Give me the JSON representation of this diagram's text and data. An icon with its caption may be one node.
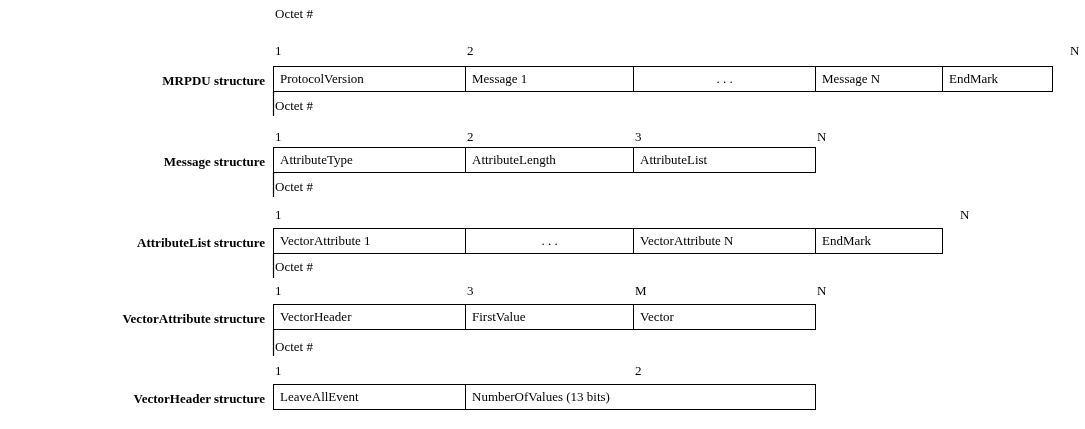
{
  "diagram": {
    "nodes": [
      {
        "text": [
          "ProtocolVersion"
        ]
      },
      {
        "text": [
          "Message 1"
        ]
      },
      {
        "text": [
          ". . ."
        ]
      },
      {
        "text": [
          "Message N"
        ]
      },
      {
        "text": [
          "EndMark"
        ]
      },
      {
        "text": [
          "AttributeType"
        ]
      },
      {
        "text": [
          "AttributeLength"
        ]
      },
      {
        "text": [
          "AttributeList"
        ]
      },
      {
        "text": [
          "VectorAttribute 1"
        ]
      },
      {
        "text": [
          ". . ."
        ]
      },
      {
        "text": [
          "VectorAttribute N"
        ]
      },
      {
        "text": [
          "EndMark"
        ]
      },
      {
        "text": [
          "VectorHeader"
        ]
      },
      {
        "text": [
          "FirstValue"
        ]
      },
      {
        "text": [
          "Vector"
        ]
      },
      {
        "text": [
          "LeaveAllEvent"
        ]
      },
      {
        "text": [
          "NumberOfValues (13 bits)"
        ]
      }
    ],
    "labels": [
      "Octet #",
      "1",
      "2",
      "N",
      "MRPDU structure",
      "Octet #",
      "1",
      "2",
      "3",
      "N",
      "Message structure",
      "Octet #",
      "1",
      "N",
      "AttributeList structure",
      "Octet #",
      "1",
      "3",
      "M",
      "N",
      "VectorAttribute structure",
      "Octet #",
      "1",
      "2",
      "VectorHeader structure"
    ]
  }
}
